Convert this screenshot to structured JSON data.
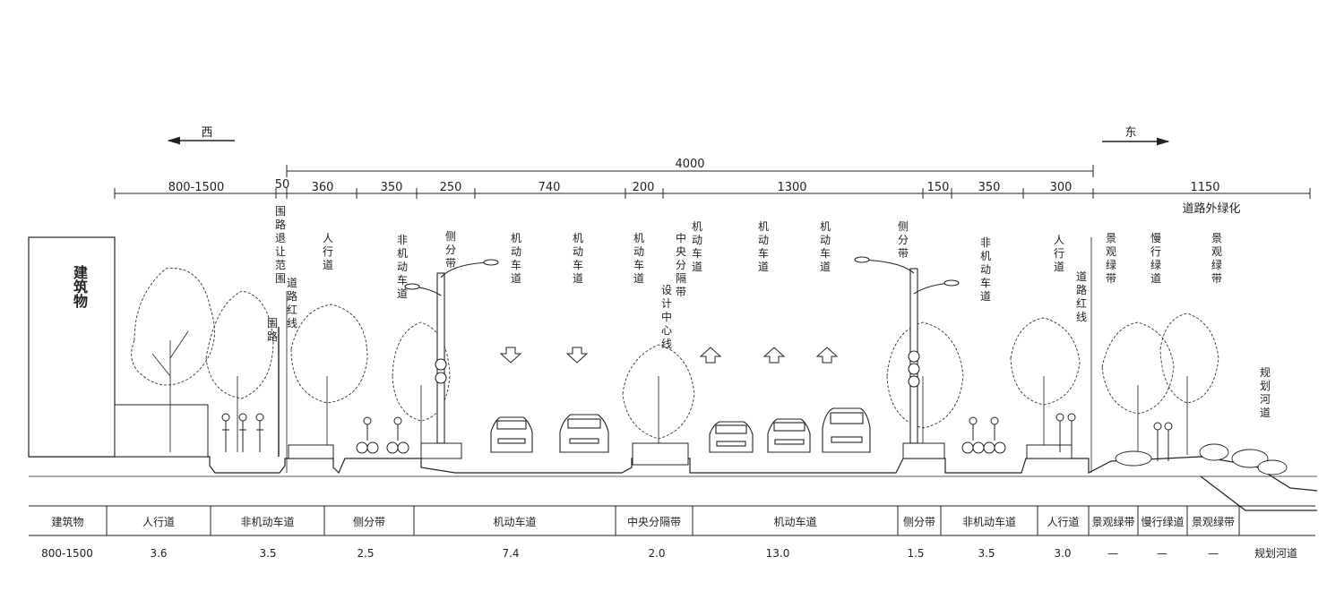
{
  "direction": {
    "west": "西",
    "east": "东"
  },
  "dims": {
    "total": "4000",
    "left": "800-1500",
    "right": "1150",
    "segments": [
      "50",
      "360",
      "350",
      "250",
      "740",
      "200",
      "1300",
      "150",
      "350",
      "300"
    ]
  },
  "outer_green_label": "道路外绿化",
  "labels": {
    "building": "建筑物",
    "wall_setback": "围路退让范围",
    "wall": "围路",
    "red_line_w": "道路红线",
    "sidewalk_w": "人行道",
    "bike_w": "非机动车道",
    "side_strip_w": "侧分带",
    "motor_1": "机动车道",
    "motor_2": "机动车道",
    "motor_3": "机动车道",
    "median": "中央分隔带",
    "motor_4": "机动车道",
    "center_line": "设计中心线",
    "motor_5": "机动车道",
    "motor_6": "机动车道",
    "side_strip_e": "侧分带",
    "bike_e": "非机动车道",
    "sidewalk_e": "人行道",
    "red_line_e": "道路红线",
    "landscape_1": "景观绿带",
    "slow_green": "慢行绿道",
    "landscape_2": "景观绿带",
    "river": "规划河道"
  },
  "table": {
    "names": [
      "建筑物",
      "人行道",
      "非机动车道",
      "侧分带",
      "机动车道",
      "中央分隔带",
      "机动车道",
      "侧分带",
      "非机动车道",
      "人行道",
      "景观绿带",
      "慢行绿道",
      "景观绿带"
    ],
    "values": [
      "800-1500",
      "3.6",
      "3.5",
      "2.5",
      "7.4",
      "2.0",
      "13.0",
      "1.5",
      "3.5",
      "3.0",
      "—",
      "—",
      "—",
      "规划河道"
    ]
  },
  "colors": {
    "ink": "#222222",
    "paper": "#ffffff"
  }
}
